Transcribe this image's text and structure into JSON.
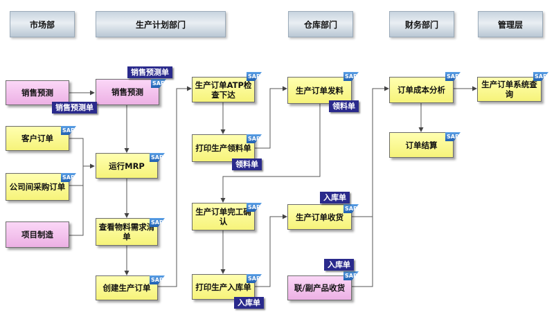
{
  "departments": {
    "market": "市场部",
    "production_planning": "生产计划部门",
    "warehouse": "仓库部门",
    "finance": "财务部门",
    "management": "管理层"
  },
  "nodes": {
    "market_sales_forecast": "销售预测",
    "customer_order": "客户订单",
    "intercompany_po": "公司间采购订单",
    "project_manufacturing": "项目制造",
    "plan_sales_forecast": "销售预测",
    "run_mrp": "运行MRP",
    "view_material_requirements": "查看物料需求清单",
    "create_production_order": "创建生产订单",
    "order_atp_release": "生产订单ATP检查下达",
    "print_picking_list": "打印生产领料单",
    "order_completion_confirm": "生产订单完工确认",
    "print_receipt": "打印生产入库单",
    "order_issue": "生产订单发料",
    "order_receipt": "生产订单收货",
    "byproduct_receipt": "联/副产品收货",
    "order_cost_analysis": "订单成本分析",
    "order_settlement": "订单结算",
    "order_system_query": "生产订单系统查询"
  },
  "documents": {
    "forecast_doc_1": "销售预测单",
    "forecast_doc_2": "销售预测单",
    "picking_doc_1": "领料单",
    "picking_doc_2": "领料单",
    "receipt_doc_1": "入库单",
    "receipt_doc_2": "入库单",
    "receipt_doc_3": "入库单"
  },
  "sap_label": "SAP",
  "colors": {
    "yellow_node": "#f6f37a",
    "pink_node": "#ecb0e4",
    "document_tag": "#2a2a8c",
    "sap_badge": "#1f5fb0",
    "header_bar": "#c8d4df"
  }
}
